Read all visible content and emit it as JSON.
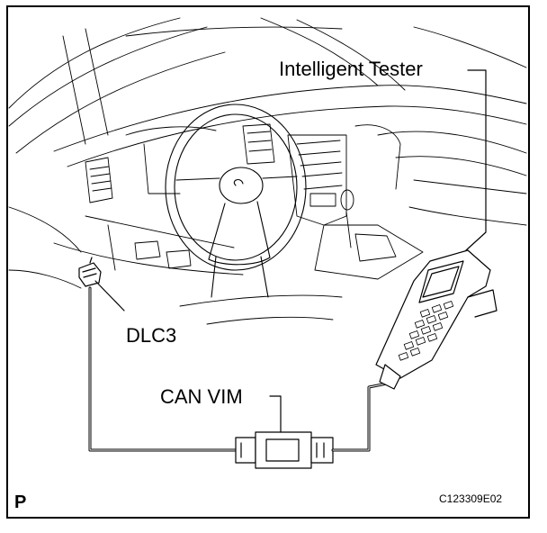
{
  "labels": {
    "tester": "Intelligent Tester",
    "dlc3": "DLC3",
    "can_vim": "CAN VIM",
    "corner_mark": "P",
    "figure_code": "C123309E02"
  },
  "colors": {
    "line": "#000000",
    "background": "#ffffff"
  }
}
